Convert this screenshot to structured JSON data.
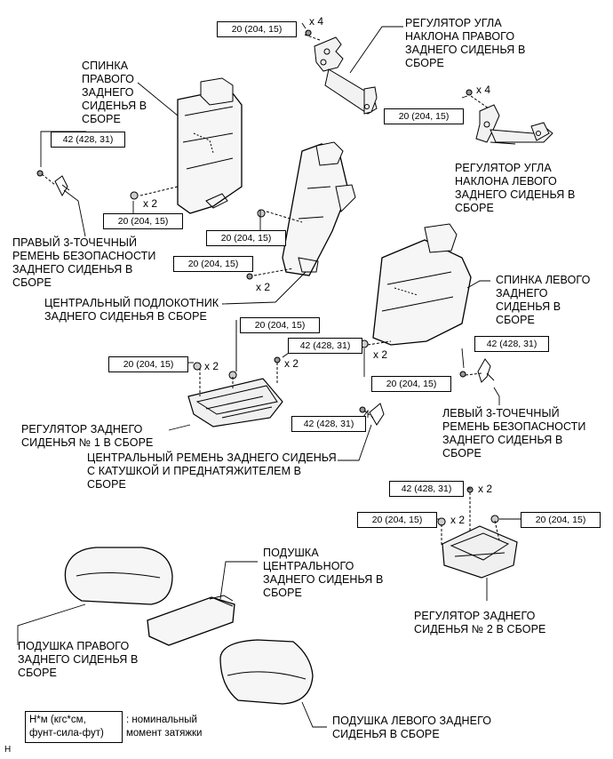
{
  "labels": {
    "right_recliner": "РЕГУЛЯТОР УГЛА\nНАКЛОНА ПРАВОГО\nЗАДНЕГО СИДЕНЬЯ В\nСБОРЕ",
    "right_seatback": "СПИНКА\nПРАВОГО\nЗАДНЕГО\nСИДЕНЬЯ В\nСБОРЕ",
    "left_recliner": "РЕГУЛЯТОР УГЛА\nНАКЛОНА ЛЕВОГО\nЗАДНЕГО СИДЕНЬЯ В\nСБОРЕ",
    "right_belt": "ПРАВЫЙ 3-ТОЧЕЧНЫЙ\nРЕМЕНЬ БЕЗОПАСНОСТИ\nЗАДНЕГО СИДЕНЬЯ В\nСБОРЕ",
    "center_armrest": "ЦЕНТРАЛЬНЫЙ ПОДЛОКОТНИК\nЗАДНЕГО СИДЕНЬЯ В СБОРЕ",
    "left_seatback": "СПИНКА ЛЕВОГО\nЗАДНЕГО\nСИДЕНЬЯ В\nСБОРЕ",
    "left_belt": "ЛЕВЫЙ 3-ТОЧЕЧНЫЙ\nРЕМЕНЬ БЕЗОПАСНОСТИ\nЗАДНЕГО СИДЕНЬЯ В\nСБОРЕ",
    "adjuster_1": "РЕГУЛЯТОР ЗАДНЕГО\nСИДЕНЬЯ № 1 В СБОРЕ",
    "center_belt": "ЦЕНТРАЛЬНЫЙ РЕМЕНЬ ЗАДНЕГО СИДЕНЬЯ\nС КАТУШКОЙ И ПРЕДНАТЯЖИТЕЛЕМ В\nСБОРЕ",
    "center_cushion": "ПОДУШКА\nЦЕНТРАЛЬНОГО\nЗАДНЕГО СИДЕНЬЯ В\nСБОРЕ",
    "adjuster_2": "РЕГУЛЯТОР ЗАДНЕГО\nСИДЕНЬЯ № 2 В СБОРЕ",
    "right_cushion": "ПОДУШКА ПРАВОГО\nЗАДНЕГО СИДЕНЬЯ В\nСБОРЕ",
    "left_cushion": "ПОДУШКА ЛЕВОГО ЗАДНЕГО\nСИДЕНЬЯ В СБОРЕ"
  },
  "torque": {
    "t1": "20 (204, 15)",
    "t2": "20 (204, 15)",
    "t3": "42 (428, 31)",
    "t4": "20 (204, 15)",
    "t5": "20 (204, 15)",
    "t6": "20 (204, 15)",
    "t7": "20 (204, 15)",
    "t8": "42 (428, 31)",
    "t9": "20 (204, 15)",
    "t10": "20 (204, 15)",
    "t11": "42 (428, 31)",
    "t12": "42 (428, 31)",
    "t13": "42 (428, 31)",
    "t14": "20 (204, 15)",
    "t15": "20 (204, 15)"
  },
  "multipliers": {
    "m1": "x 4",
    "m2": "x 4",
    "m3": "x 2",
    "m4": "x 2",
    "m5": "x 2",
    "m6": "x 2",
    "m7": "x 2",
    "m8": "x 2",
    "m9": "x 2"
  },
  "legend": {
    "unit": "Н*м (кгс*см,\nфунт-сила-фут)",
    "description": ": номинальный\nмомент затяжки"
  },
  "figure_code": "H"
}
